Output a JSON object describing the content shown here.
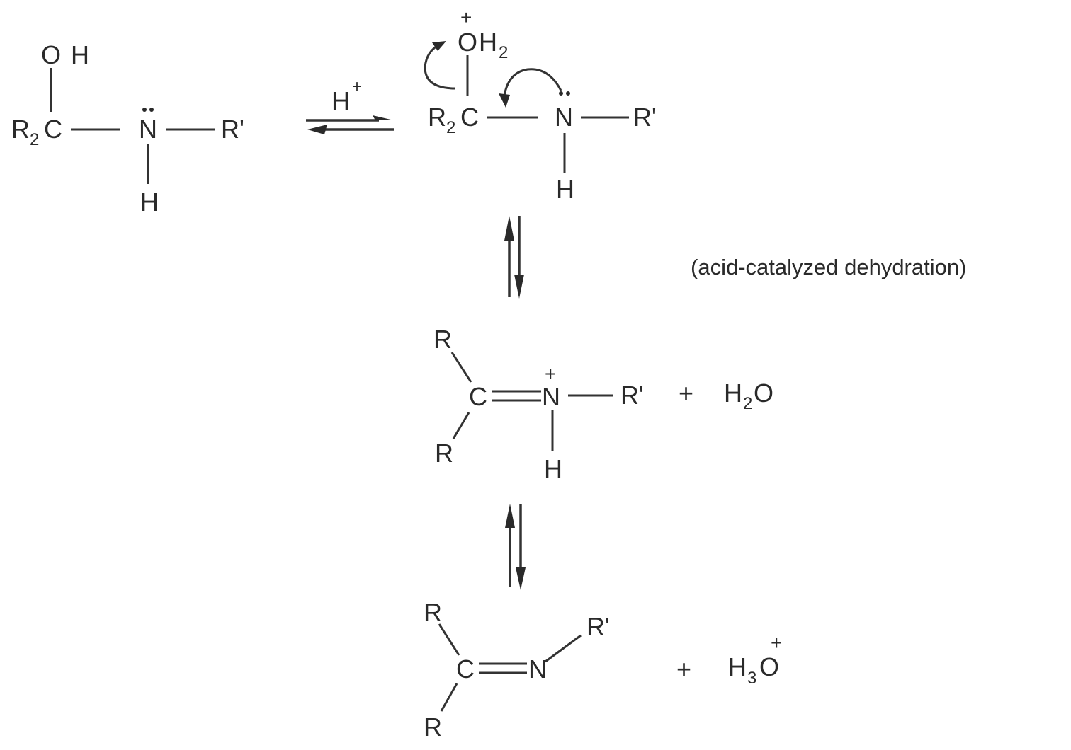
{
  "diagram": {
    "type": "reaction-mechanism",
    "caption": "(acid-catalyzed dehydration)",
    "colors": {
      "ink": "#2a2a2a",
      "background": "#ffffff"
    },
    "step1_reagent": {
      "symbol": "H",
      "charge": "+"
    },
    "species": [
      {
        "id": "carbinolamine",
        "atoms": {
          "O": "O",
          "OH_H": "H",
          "R2": "R",
          "R2_sub": "2",
          "C": "C",
          "N": "N",
          "R_prime": "R'",
          "NH": "H"
        },
        "lone_pair_on": "N"
      },
      {
        "id": "protonated-carbinolamine",
        "atoms": {
          "O": "O",
          "O_charge": "+",
          "H2": "H",
          "H2_sub": "2",
          "R2": "R",
          "R2_sub": "2",
          "C": "C",
          "N": "N",
          "R_prime": "R'",
          "NH": "H"
        },
        "lone_pair_on": "N",
        "curved_arrows": [
          "C-O bond to O (leaving water)",
          "N lone pair to C-N bond"
        ]
      },
      {
        "id": "iminium-ion",
        "atoms": {
          "R_top": "R",
          "R_bottom": "R",
          "C": "C",
          "N": "N",
          "N_charge": "+",
          "R_prime": "R'",
          "NH": "H"
        },
        "coproduct": {
          "plus": "+",
          "H": "H",
          "sub": "2",
          "O": "O"
        }
      },
      {
        "id": "imine",
        "atoms": {
          "R_top": "R",
          "R_bottom": "R",
          "C": "C",
          "N": "N",
          "R_prime": "R'"
        },
        "coproduct": {
          "plus": "+",
          "H": "H",
          "sub": "3",
          "O": "O",
          "charge": "+"
        }
      }
    ],
    "equilibria": [
      {
        "from": "carbinolamine",
        "to": "protonated-carbinolamine",
        "direction": "horizontal"
      },
      {
        "from": "protonated-carbinolamine",
        "to": "iminium-ion",
        "direction": "vertical"
      },
      {
        "from": "iminium-ion",
        "to": "imine",
        "direction": "vertical"
      }
    ]
  }
}
